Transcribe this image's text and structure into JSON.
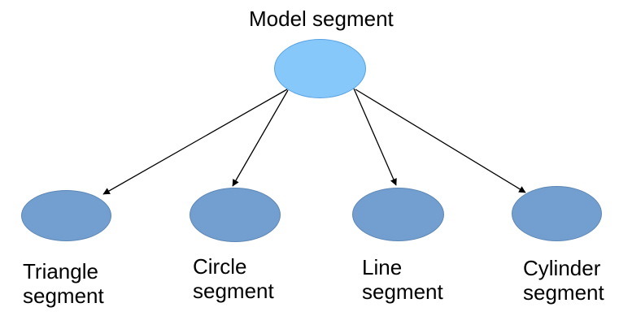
{
  "diagram": {
    "type": "tree",
    "root": {
      "label": "Model segment"
    },
    "children": [
      {
        "id": "triangle",
        "label": "Triangle\nsegment"
      },
      {
        "id": "circle",
        "label": "Circle\nsegment"
      },
      {
        "id": "line",
        "label": "Line\nsegment"
      },
      {
        "id": "cylinder",
        "label": "Cylinder\nsegment"
      }
    ],
    "edges": [
      {
        "from": "model",
        "to": "triangle"
      },
      {
        "from": "model",
        "to": "circle"
      },
      {
        "from": "model",
        "to": "line"
      },
      {
        "from": "model",
        "to": "cylinder"
      }
    ],
    "colors": {
      "root_fill": "#86c8fa",
      "root_border": "#59a2e3",
      "child_fill": "#729fcf",
      "child_border": "#5e87b5",
      "arrow": "#000000",
      "text": "#000000",
      "background": "#ffffff"
    }
  }
}
